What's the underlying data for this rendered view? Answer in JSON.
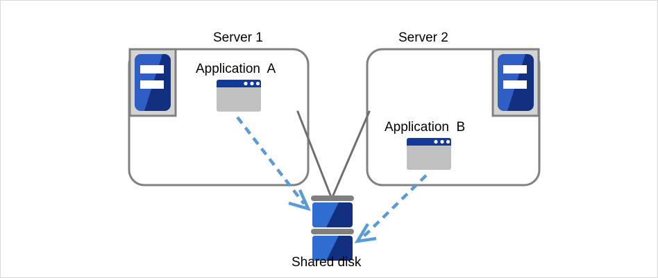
{
  "diagram": {
    "type": "architecture-diagram",
    "background_color": "#ffffff",
    "border_color": "#d8d8d8",
    "colors": {
      "box_stroke": "#808080",
      "connector_line": "#6e6e6e",
      "arrow_dashed": "#5b9bd5",
      "server_frame_fill": "#d4d4d4",
      "server_frame_stroke": "#808080",
      "server_body_light": "#2f5fc4",
      "server_body_dark": "#12307f",
      "server_bar": "#ffffff",
      "window_titlebar": "#123a9b",
      "window_body": "#c0c0c0",
      "window_dot": "#ffffff",
      "disk_bar": "#7f7f7f",
      "disk_light": "#2f6ed0",
      "disk_dark": "#12307f",
      "text": "#000000"
    },
    "servers": [
      {
        "id": "server-1",
        "title": "Server 1",
        "application_label": "Application  A",
        "icon_name": "server-icon",
        "app_icon_name": "application-window-icon"
      },
      {
        "id": "server-2",
        "title": "Server 2",
        "application_label": "Application  B",
        "icon_name": "server-icon",
        "app_icon_name": "application-window-icon"
      }
    ],
    "storage": {
      "id": "shared-disk",
      "label": "Shared disk",
      "icon_name": "disk-stack-icon",
      "units": 2
    },
    "connections": [
      {
        "from": "server-1",
        "to": "shared-disk",
        "style": "solid",
        "color": "#6e6e6e",
        "arrow": false
      },
      {
        "from": "server-2",
        "to": "shared-disk",
        "style": "solid",
        "color": "#6e6e6e",
        "arrow": false
      },
      {
        "from": "application-a",
        "to": "shared-disk",
        "style": "dashed",
        "color": "#5b9bd5",
        "arrow": true
      },
      {
        "from": "application-b",
        "to": "shared-disk",
        "style": "dashed",
        "color": "#5b9bd5",
        "arrow": true
      }
    ]
  }
}
